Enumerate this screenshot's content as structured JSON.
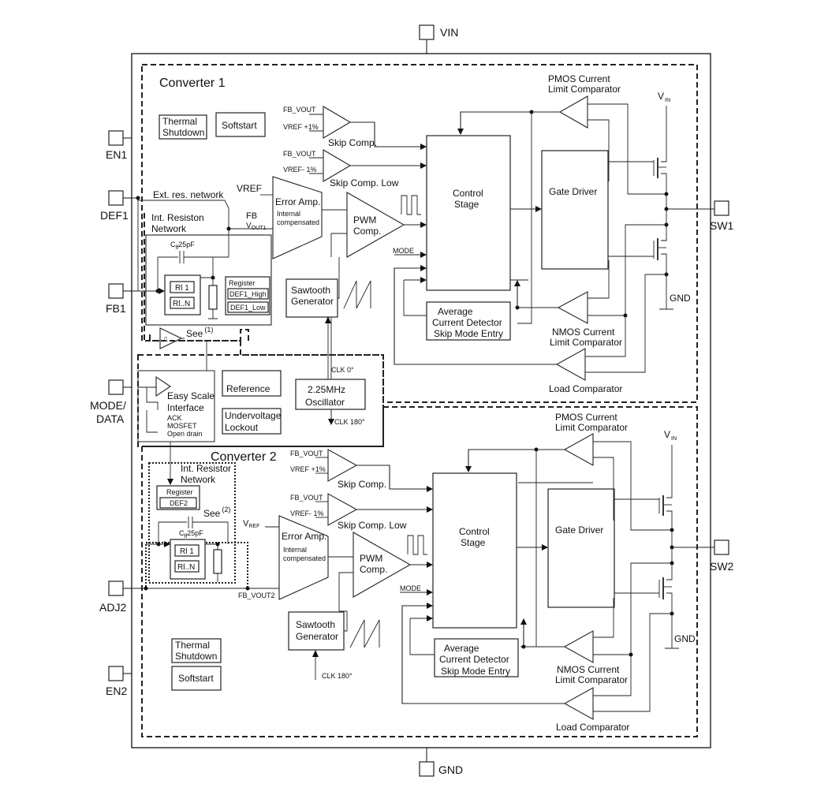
{
  "pins": {
    "vin": "VIN",
    "en1": "EN1",
    "def1": "DEF1",
    "fb1": "FB1",
    "mode_data": [
      "MODE/",
      "DATA"
    ],
    "adj2": "ADJ2",
    "en2": "EN2",
    "sw1": "SW1",
    "sw2": "SW2",
    "gnd": "GND"
  },
  "converter1": {
    "title": "Converter 1",
    "thermal": [
      "Thermal",
      "Shutdown"
    ],
    "softstart": "Softstart",
    "skip_in": [
      "FB_VOUT",
      "VREF +1%"
    ],
    "skip_label": "Skip Comp.",
    "skip_low_in": [
      "FB_VOUT",
      "VREF- 1%"
    ],
    "skip_low_label": "Skip Comp. Low",
    "ext_res": "Ext. res. network",
    "int_res": [
      "Int. Resiston",
      "Network"
    ],
    "cff": "C",
    "cff_sub": "ff",
    "cff_val": "25pF",
    "rl1": "Rl 1",
    "rln": "Rl..N",
    "register": "Register",
    "def_high": "DEF1_High",
    "def_low": "DEF1_Low",
    "see": "See",
    "see_note": "(1)",
    "vref": "VREF",
    "fb": "FB",
    "vout": "V",
    "vout_sub": "OUT1",
    "err_amp": "Error Amp.",
    "err_note": [
      "Internal",
      "compensated"
    ],
    "pwm": [
      "PWM",
      "Comp."
    ],
    "mode": "MODE",
    "sawtooth": [
      "Sawtooth",
      "Generator"
    ],
    "control": [
      "Control",
      "Stage"
    ],
    "gate": "Gate Driver",
    "avg": [
      "Average",
      "Current Detector",
      "Skip Mode Entry"
    ],
    "pmos": [
      "PMOS Current",
      "Limit Comparator"
    ],
    "nmos": [
      "NMOS Current",
      "Limit Comparator"
    ],
    "load": "Load Comparator",
    "vin": "V",
    "vin_sub": "IN",
    "gnd": "GND"
  },
  "shared": {
    "easy": [
      "Easy Scale",
      "Interface"
    ],
    "ack": [
      "ACK",
      "MOSFET",
      "Open drain"
    ],
    "reference": "Reference",
    "uvlo": [
      "Undervoltage",
      "Lockout"
    ],
    "osc": [
      "2.25MHz",
      "Oscillator"
    ],
    "clk0": "CLK 0°",
    "clk180": "CLK 180°"
  },
  "converter2": {
    "title": "Converter 2",
    "int_res": [
      "Int. Resistor",
      "Network"
    ],
    "register": "Register",
    "def2": "DEF2",
    "see": "See",
    "see_note": "(2)",
    "cff": "C",
    "cff_sub": "ff",
    "cff_val": "25pF",
    "rl1": "Rl 1",
    "rln": "Rl..N",
    "fb_vout2": "FB_VOUT2",
    "vref": "V",
    "vref_sub": "REF",
    "skip_in": [
      "FB_VOUT",
      "VREF +1%"
    ],
    "skip_label": "Skip Comp.",
    "skip_low_in": [
      "FB_VOUT",
      "VREF- 1%"
    ],
    "skip_low_label": "Skip Comp. Low",
    "err_amp": "Error Amp.",
    "err_note": [
      "Internal",
      "compensated"
    ],
    "pwm": [
      "PWM",
      "Comp."
    ],
    "mode": "MODE",
    "sawtooth": [
      "Sawtooth",
      "Generator"
    ],
    "clk180": "CLK 180°",
    "control": [
      "Control",
      "Stage"
    ],
    "gate": "Gate Driver",
    "avg": [
      "Average",
      "Current Detector",
      "Skip Mode Entry"
    ],
    "pmos": [
      "PMOS Current",
      "Limit Comparator"
    ],
    "nmos": [
      "NMOS Current",
      "Limit Comparator"
    ],
    "load": "Load Comparator",
    "vin": "V",
    "vin_sub": "IN",
    "gnd": "GND",
    "thermal": [
      "Thermal",
      "Shutdown"
    ],
    "softstart": "Softstart"
  }
}
